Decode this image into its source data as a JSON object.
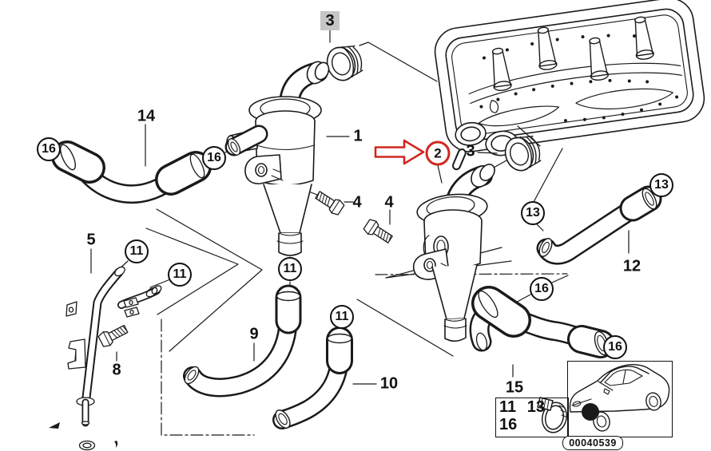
{
  "diagram": {
    "type": "exploded-parts-diagram",
    "part_labels": {
      "highlighted": "3",
      "selected": "2",
      "plain": [
        "14",
        "1",
        "4",
        "4",
        "3",
        "12",
        "5",
        "8",
        "9",
        "10",
        "15"
      ],
      "circled": [
        "16",
        "16",
        "11",
        "11",
        "11",
        "11",
        "13",
        "13",
        "16",
        "16"
      ]
    },
    "legend_box": {
      "line1": "11 13",
      "line2": "16"
    },
    "diagram_code": "00040539",
    "colors": {
      "highlight": "#d02820",
      "line": "#1a1a1a",
      "highlight_label_bg": "#c6c6c6"
    }
  }
}
